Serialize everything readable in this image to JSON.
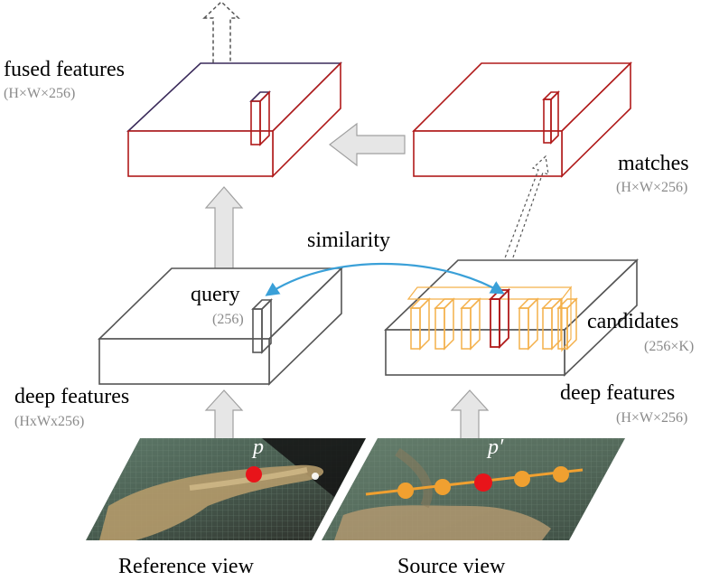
{
  "labels": {
    "fused_features": "fused features",
    "fused_dims": "(H×W×256)",
    "matches": "matches",
    "matches_dims": "(H×W×256)",
    "similarity": "similarity",
    "query": "query",
    "query_dims": "(256)",
    "candidates": "candidates",
    "candidates_dims": "(256×K)",
    "deep_features_left": "deep features",
    "deep_dims_left": "(HxWx256)",
    "deep_features_right": "deep features",
    "deep_dims_right": "(H×W×256)",
    "point_ref": "p",
    "point_src": "p′",
    "reference_view": "Reference view",
    "source_view": "Source view"
  },
  "colors": {
    "fused_box": "#b01a1a",
    "fused_top_edge": "#3a2a5a",
    "match_box": "#b01a1a",
    "feature_box": "#555555",
    "candidate": "#f4b04a",
    "selected_candidate": "#b01a1a",
    "similarity_arrow": "#3aa0d8",
    "flow_arrow_fill": "#e6e6e6",
    "flow_arrow_stroke": "#a0a0a0",
    "point_ref": "#e8141a",
    "point_src": "#e8141a",
    "sample_points": "#f0a030"
  }
}
